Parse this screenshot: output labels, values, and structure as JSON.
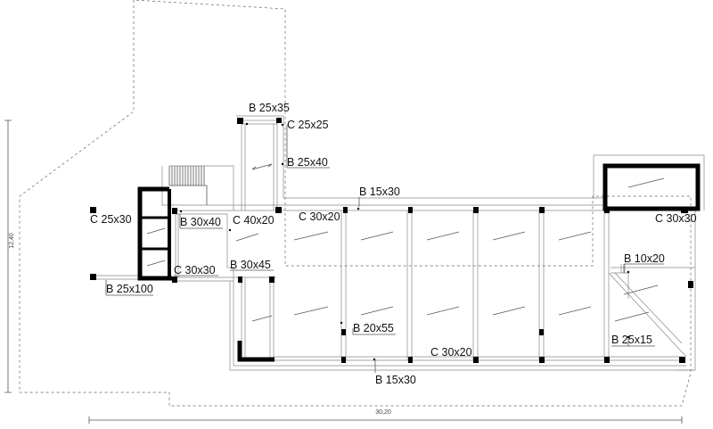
{
  "labels": {
    "b_25x35": "B 25x35",
    "c_25x25": "C 25x25",
    "b_25x40": "B 25x40",
    "b_15x30_top": "B 15x30",
    "c_25x30": "C 25x30",
    "b_30x40": "B 30x40",
    "c_40x20": "C 40x20",
    "c_30x20_top": "C 30x20",
    "c_30x30_right": "C 30x30",
    "b_10x20": "B 10x20",
    "b_30x45": "B 30x45",
    "c_30x30_left": "C 30x30",
    "b_25x100": "B 25x100",
    "b_20x55": "B 20x55",
    "b_25x15": "B 25x15",
    "c_30x20_bottom": "C 30x20",
    "b_15x30_bottom": "B 15x30"
  },
  "dimensions": {
    "width": "30,20",
    "height": "12,40"
  }
}
